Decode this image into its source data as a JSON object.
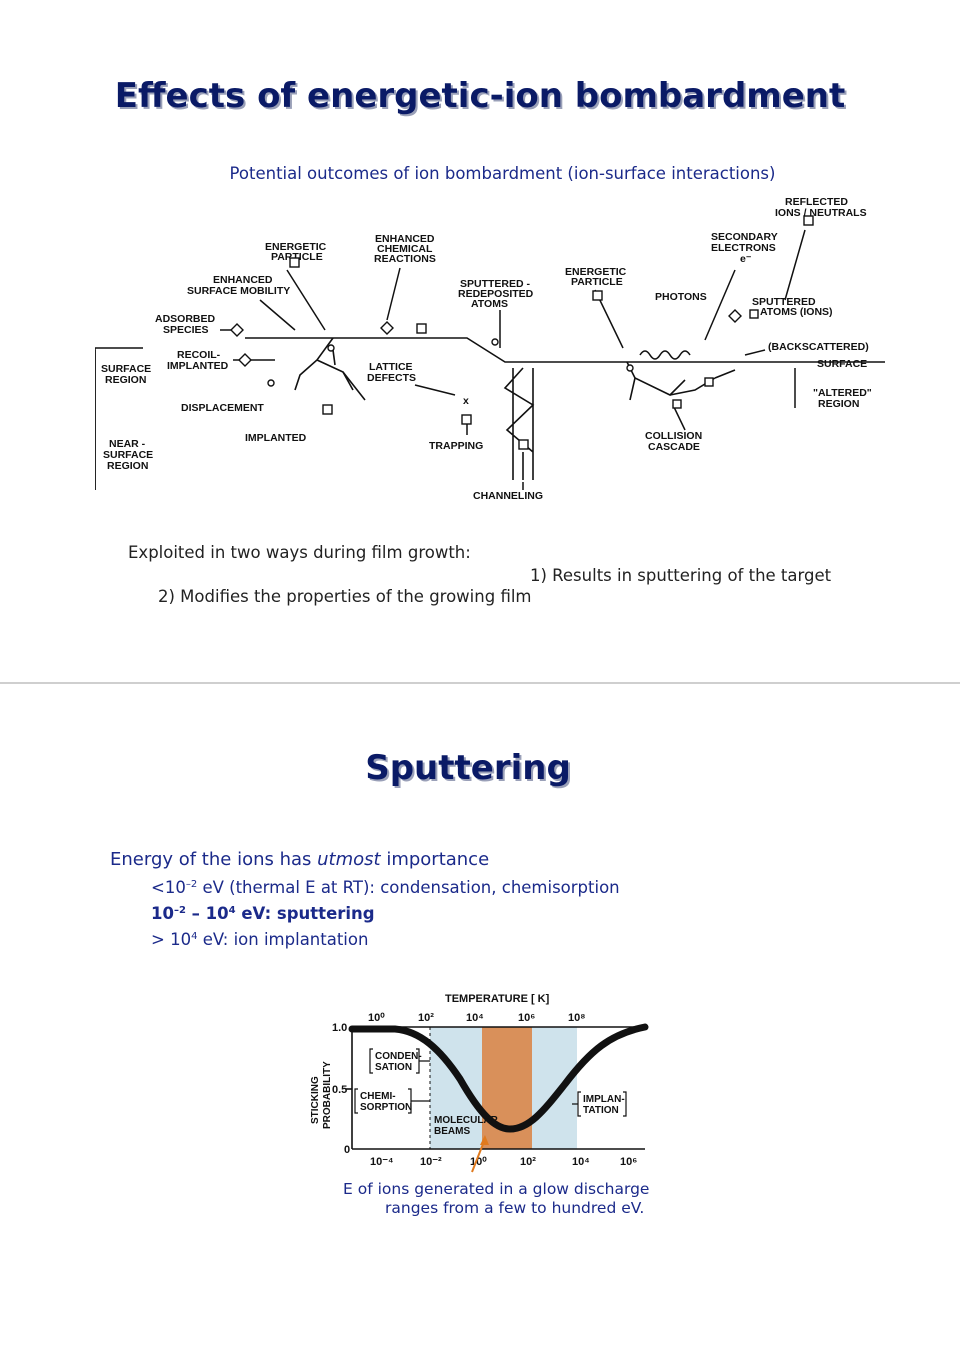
{
  "slide1": {
    "title": "Effects of energetic-ion bombardment",
    "subtitle": "Potential outcomes of ion bombardment (ion-surface interactions)",
    "diagram_labels": {
      "reflected": "REFLECTED",
      "ions_neutrals": "IONS / NEUTRALS",
      "secondary": "SECONDARY",
      "electrons": "ELECTRONS",
      "e_minus": "e⁻",
      "energetic1": "ENERGETIC",
      "particle1": "PARTICLE",
      "enhanced": "ENHANCED",
      "chemical": "CHEMICAL",
      "reactions": "REACTIONS",
      "sputtered": "SPUTTERED -",
      "redeposited": "REDEPOSITED",
      "atoms": "ATOMS",
      "energetic2": "ENERGETIC",
      "particle2": "PARTICLE",
      "photons": "PHOTONS",
      "sputtered2": "SPUTTERED",
      "atoms_ions": "ATOMS (IONS)",
      "enhanced2": "ENHANCED",
      "surface_mobility": "SURFACE MOBILITY",
      "adsorbed": "ADSORBED",
      "species": "SPECIES",
      "backscattered": "(BACKSCATTERED)",
      "surface": "SURFACE",
      "surface_region1": "SURFACE",
      "surface_region2": "REGION",
      "recoil": "RECOIL-",
      "implanted": "IMPLANTED",
      "lattice": "LATTICE",
      "defects": "DEFECTS",
      "x": "x",
      "altered": "\"ALTERED\"",
      "region": "REGION",
      "displacement": "DISPLACEMENT",
      "implanted2": "IMPLANTED",
      "trapping": "TRAPPING",
      "collision": "COLLISION",
      "cascade": "CASCADE",
      "near1": "NEAR -",
      "near2": "SURFACE",
      "near3": "REGION",
      "channeling": "CHANNELING"
    },
    "exploited": "Exploited in two ways during film growth:",
    "point1": "1) Results in sputtering of the target",
    "point2": "2) Modifies the properties of the growing film"
  },
  "slide2": {
    "title": "Sputtering",
    "energy_intro_a": "Energy of the ions has ",
    "energy_intro_em": "utmost",
    "energy_intro_b": " importance",
    "range1_a": "<10",
    "range1_sup": "–2",
    "range1_b": " eV (thermal E at RT): condensation, chemisorption",
    "range2_a": "10",
    "range2_sup1": "–2",
    "range2_b": " – 10",
    "range2_sup2": "4",
    "range2_c": " eV: sputtering",
    "range3_a": "> 10",
    "range3_sup": "4",
    "range3_b": " eV: ion implantation",
    "chart": {
      "top_axis_title": "TEMPERATURE [ K]",
      "top_ticks": [
        "10⁰",
        "10²",
        "10⁴",
        "10⁶",
        "10⁸"
      ],
      "bottom_ticks": [
        "10⁻⁴",
        "10⁻²",
        "10⁰",
        "10²",
        "10⁴",
        "10⁶"
      ],
      "y_ticks": [
        "1.0",
        "0.5",
        "0"
      ],
      "y_label_1": "STICKING",
      "y_label_2": "PROBABILITY",
      "condensation_1": "CONDEN-",
      "condensation_2": "SATION",
      "chemisorption_1": "CHEMI-",
      "chemisorption_2": "SORPTION",
      "molecular_1": "MOLECULAR",
      "molecular_2": "BEAMS",
      "implantation_1": "IMPLAN-",
      "implantation_2": "TATION",
      "blue_band": "#cfe3ec",
      "orange_band": "#d9905a"
    },
    "caption_line1": "E of ions generated in a glow discharge",
    "caption_line2": "ranges from a few to hundred eV."
  }
}
